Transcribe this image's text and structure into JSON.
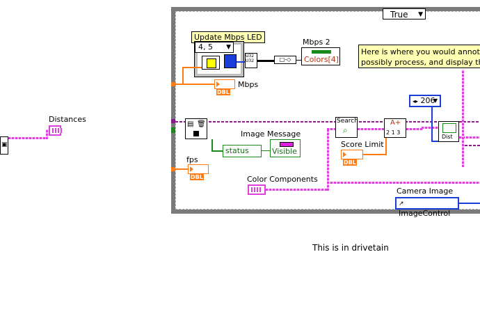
{
  "case_structure": {
    "selector_value": "True",
    "selector_arrow": "▼"
  },
  "labels": {
    "distances": "Distances",
    "update_mbps_led": "Update Mbps LED",
    "seq_selector": "4, 5",
    "mbps2": "Mbps 2",
    "colors_array": "Colors[4]",
    "mbps": "Mbps",
    "image_message": "Image Message",
    "status": "status",
    "visible": "Visible",
    "fps": "fps",
    "color_components": "Color Components",
    "search": "Search",
    "score_limit": "Score Limit",
    "const_206": "206",
    "dist": "Dist",
    "camera_image": "Camera Image",
    "image_control": "ImageControl",
    "dbl": "DBL",
    "u32": "U32",
    "nums": "2 1 3"
  },
  "comment_note": {
    "line1": "Here is where you would annotat",
    "line2": "possibly process, and display the"
  },
  "caption": "This is in drivetain",
  "colors": {
    "case_border": "#7a7a7a",
    "orange_wire": "#ff7a10",
    "pink_wire": "#e040e0",
    "blue_wire": "#1a3cd8",
    "green_wire": "#1a8a1a"
  }
}
